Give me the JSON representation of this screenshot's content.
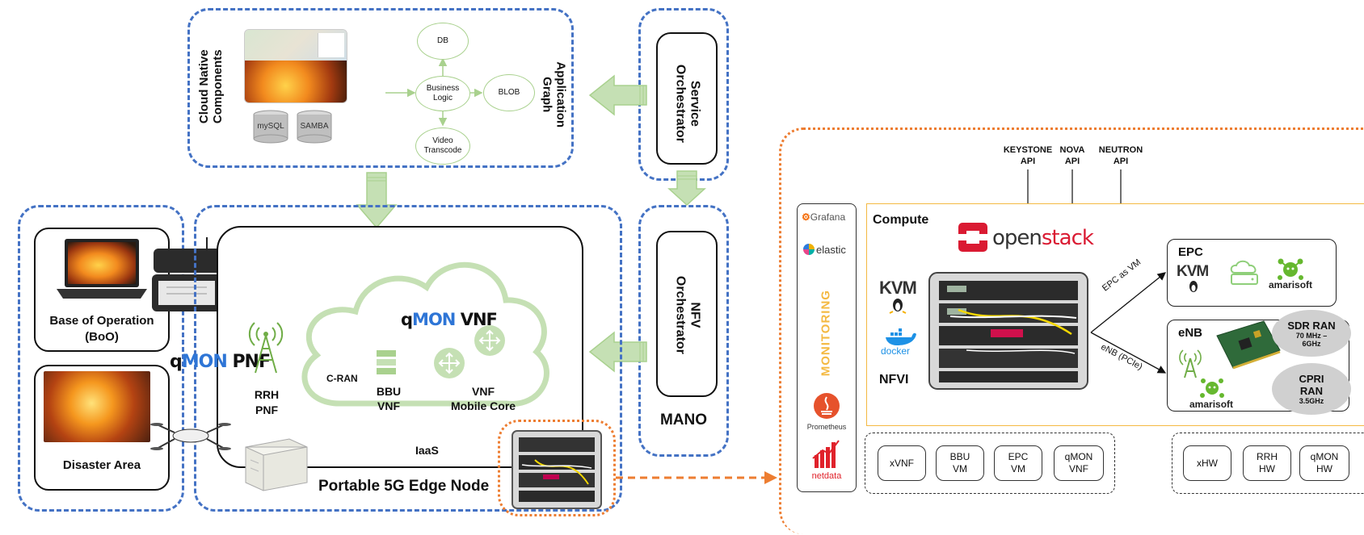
{
  "cloud_native": {
    "title_line1": "Cloud Native",
    "title_line2": "Components",
    "db_mysql": "mySQL",
    "db_samba": "SAMBA"
  },
  "app_graph": {
    "title_line1": "Application",
    "title_line2": "Graph",
    "nodes": {
      "db": "DB",
      "business_logic": "Business Logic",
      "blob": "BLOB",
      "video_transcode": "Video Transcode"
    }
  },
  "service_orchestrator": {
    "line1": "Service",
    "line2": "Orchestrator"
  },
  "nfv_orchestrator": {
    "line1": "NFV",
    "line2": "Orchestrator"
  },
  "mano_label": "MANO",
  "boo": {
    "line1": "Base of Operation",
    "line2": "(BoO)"
  },
  "disaster_area": "Disaster Area",
  "qmon_pnf": {
    "q": "q",
    "mon": "MON",
    "suffix": "PNF"
  },
  "qmon_vnf": {
    "q": "q",
    "mon": "MON",
    "suffix": "VNF"
  },
  "rrh_pnf": {
    "line1": "RRH",
    "line2": "PNF"
  },
  "cran": "C-RAN",
  "bbu_vnf": {
    "line1": "BBU",
    "line2": "VNF"
  },
  "vnf_core": {
    "line1": "VNF",
    "line2": "Mobile Core"
  },
  "iaas": "IaaS",
  "edge_node_label": "Portable 5G Edge Node",
  "api": {
    "keystone": [
      "KEYSTONE",
      "API"
    ],
    "nova": [
      "NOVA",
      "API"
    ],
    "neutron": [
      "NEUTRON",
      "API"
    ]
  },
  "monitoring": {
    "grafana": "Grafana",
    "elastic": "elastic",
    "label": "MONITORING",
    "prometheus": "Prometheus",
    "netdata": "netdata"
  },
  "compute": {
    "title": "Compute",
    "openstack_a": "open",
    "openstack_b": "stack",
    "kvm": "KVM",
    "docker": "docker",
    "nfvi": "NFVI",
    "edge_epc": "EPC as VM",
    "edge_enb": "eNB (PCIe)"
  },
  "epc_box": {
    "title": "EPC",
    "kvm": "KVM",
    "amarisoft": "amarisoft"
  },
  "enb_box": {
    "title": "eNB",
    "amarisoft": "amarisoft",
    "sdr": {
      "line1": "SDR RAN",
      "line2": "70 MHz –",
      "line3": "6GHz"
    },
    "cpri": {
      "line1": "CPRI",
      "line2": "RAN",
      "line3": "3.5GHz"
    }
  },
  "vnf_group": [
    {
      "line1": "xVNF",
      "line2": ""
    },
    {
      "line1": "BBU",
      "line2": "VM"
    },
    {
      "line1": "EPC",
      "line2": "VM"
    },
    {
      "line1": "qMON",
      "line2": "VNF"
    }
  ],
  "hw_group": [
    {
      "line1": "xHW",
      "line2": ""
    },
    {
      "line1": "RRH",
      "line2": "HW"
    },
    {
      "line1": "qMON",
      "line2": "HW"
    }
  ],
  "colors": {
    "blue_dash": "#4472c4",
    "orange_dot": "#ed7d31",
    "green_arrow": "#a9d18e",
    "green_cloud": "#c5e0b4",
    "qmon_blue": "#2e75d6",
    "compute_border": "#f4b942",
    "monitoring_text": "#f4b942",
    "openstack_red": "#da1a32"
  }
}
